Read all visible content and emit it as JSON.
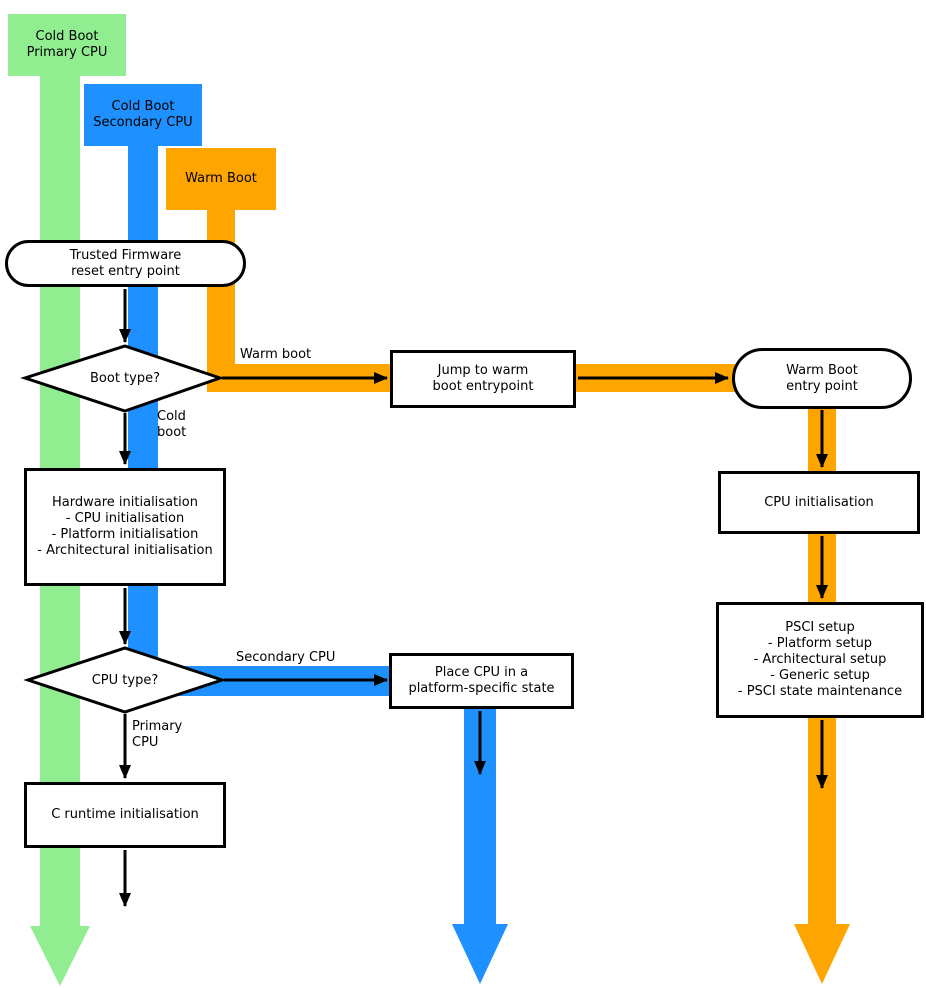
{
  "colors": {
    "green": "#90EE90",
    "blue": "#1E90FF",
    "orange": "#FFA500",
    "black": "#000000"
  },
  "legend": {
    "primary": "Cold Boot\nPrimary CPU",
    "secondary": "Cold Boot\nSecondary CPU",
    "warm": "Warm Boot"
  },
  "nodes": {
    "reset_entry": "Trusted Firmware\nreset entry point",
    "boot_type": "Boot type?",
    "jump_warm": "Jump to warm\nboot entrypoint",
    "warm_entry": "Warm Boot\nentry point",
    "hardware_init": "Hardware initialisation\n- CPU initialisation\n- Platform initialisation\n- Architectural initialisation",
    "cpu_init": "CPU initialisation",
    "psci_setup": "PSCI setup\n- Platform setup\n- Architectural setup\n- Generic setup\n- PSCI state maintenance",
    "cpu_type": "CPU type?",
    "place_cpu": "Place CPU in a\nplatform-specific state",
    "c_runtime": "C runtime initialisation"
  },
  "edge_labels": {
    "warm_boot": "Warm boot",
    "cold_boot": "Cold\nboot",
    "secondary_cpu": "Secondary CPU",
    "primary_cpu": "Primary\nCPU"
  }
}
